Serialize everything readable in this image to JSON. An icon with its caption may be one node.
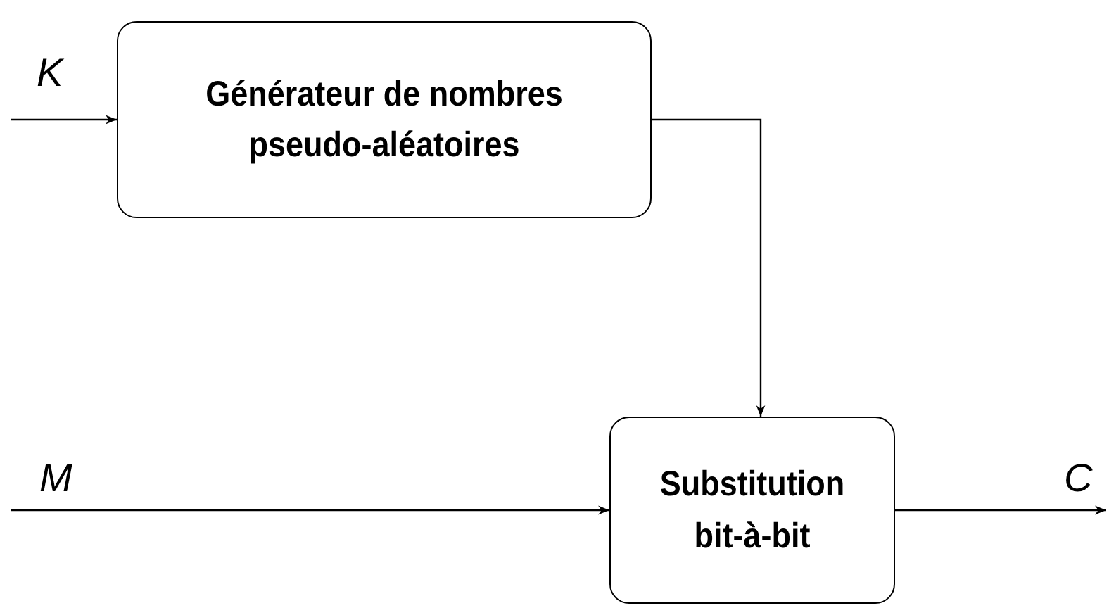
{
  "diagram": {
    "nodes": [
      {
        "text": [
          "Générateur de nombres pseudo-aléatoires"
        ]
      },
      {
        "text": [
          "Substitution bit-à-bit"
        ]
      }
    ],
    "edges": [
      {
        "from": null,
        "to": 0,
        "arrow": "to",
        "label": "K"
      },
      {
        "from": 0,
        "to": 1,
        "arrow": "to"
      },
      {
        "from": null,
        "to": 1,
        "arrow": "to",
        "label": "M"
      },
      {
        "from": 1,
        "to": null,
        "arrow": "to",
        "label": "C"
      }
    ]
  }
}
